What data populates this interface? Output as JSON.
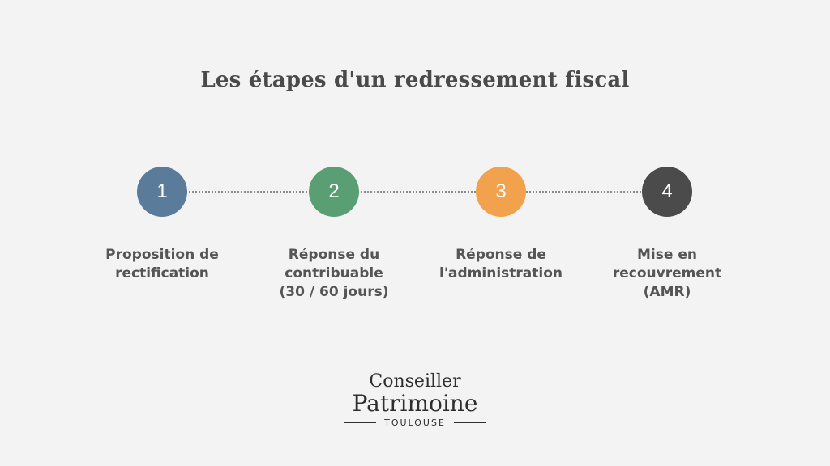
{
  "title": "Les étapes d'un redressement fiscal",
  "steps": [
    {
      "number": "1",
      "label": "Proposition de\nrectification",
      "color": "#5b7b9a"
    },
    {
      "number": "2",
      "label": "Réponse du\ncontribuable\n(30 / 60 jours)",
      "color": "#5a9f73"
    },
    {
      "number": "3",
      "label": "Réponse de\nl'administration",
      "color": "#f2a14d"
    },
    {
      "number": "4",
      "label": "Mise en\nrecouvrement\n(AMR)",
      "color": "#4b4b4b"
    }
  ],
  "logo": {
    "line1": "Conseiller",
    "line2": "Patrimoine",
    "line3": "TOULOUSE"
  }
}
